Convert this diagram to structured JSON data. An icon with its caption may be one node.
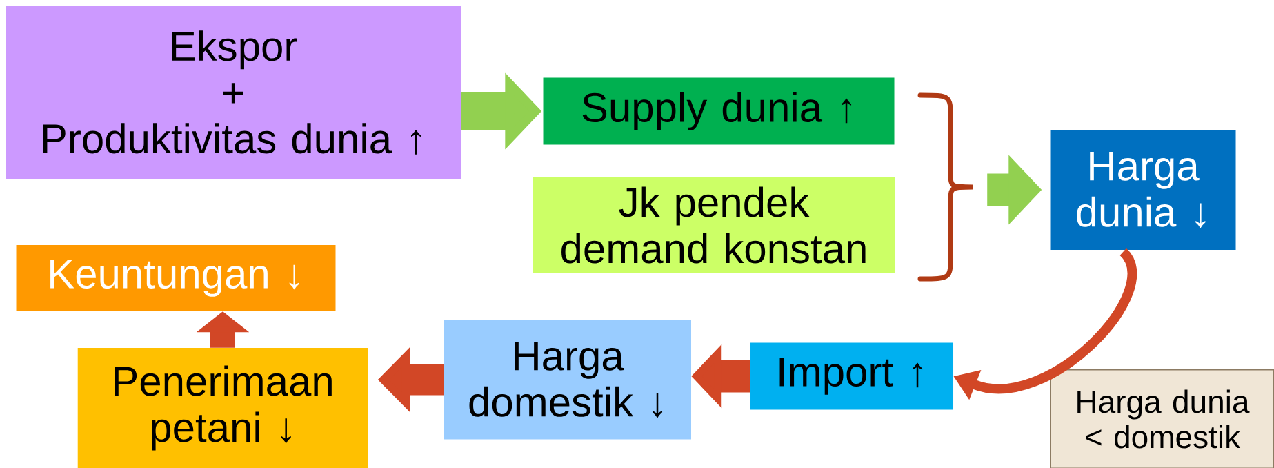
{
  "diagram": {
    "nodes": [
      {
        "text": [
          "Ekspor",
          "+",
          "Produktivitas dunia ↑"
        ]
      },
      {
        "text": [
          "Supply dunia ↑"
        ]
      },
      {
        "text": [
          "Jk pendek demand konstan"
        ]
      },
      {
        "text": [],
        "shape": "brace"
      },
      {
        "text": [
          "Harga dunia ↓"
        ]
      },
      {
        "text": [
          "Keuntungan ↓"
        ]
      },
      {
        "text": [
          "Penerimaan petani ↓"
        ]
      },
      {
        "text": [
          "Harga domestik ↓"
        ]
      },
      {
        "text": [
          "Import ↑"
        ]
      },
      {
        "text": [
          "Harga dunia < domestik"
        ]
      }
    ],
    "edges": [
      {
        "from": 0,
        "to": 1,
        "arrow": "to",
        "color": "#92d050"
      },
      {
        "from": 3,
        "to": 4,
        "arrow": "to",
        "color": "#92d050"
      },
      {
        "from": 4,
        "to": 8,
        "arrow": "to"
      },
      {
        "from": 8,
        "to": 7,
        "arrow": "to"
      },
      {
        "from": 7,
        "to": 6,
        "arrow": "to"
      },
      {
        "from": 6,
        "to": 5,
        "arrow": "to"
      }
    ]
  }
}
